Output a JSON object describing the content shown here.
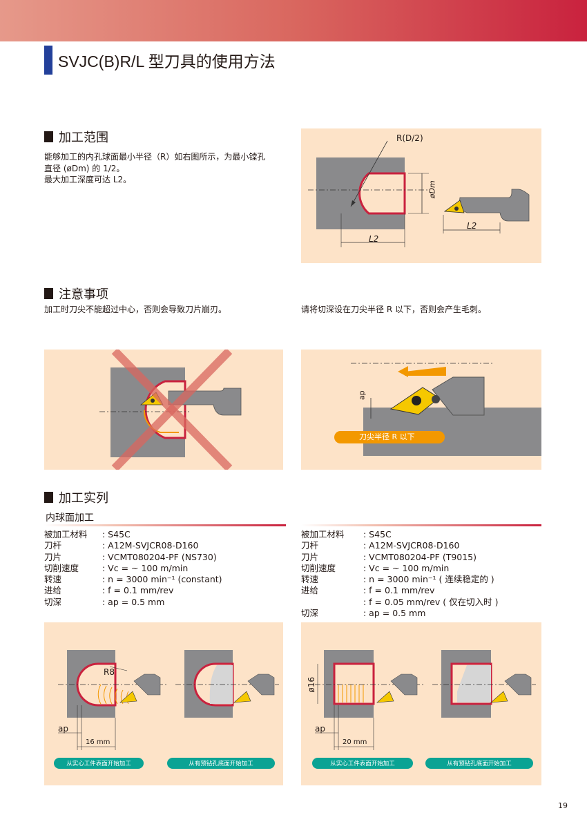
{
  "title": "SVJC(B)R/L 型刀具的使用方法",
  "section1": {
    "heading": "加工范围",
    "lines": [
      "能够加工的内孔球面最小半径（R）如右图所示，为最小镗孔",
      "直径 (øDm) 的 1/2。",
      "最大加工深度可达 L2。"
    ],
    "diagram": {
      "r_label": "R(D/2)",
      "dm_label": "øDm",
      "l2_label": "L2",
      "l2_label_tool": "L2"
    }
  },
  "section2": {
    "heading": "注意事项",
    "left_text": "加工时刀尖不能超过中心，否则会导致刀片崩刃。",
    "right_text": "请将切深设在刀尖半径 R 以下，否则会产生毛刺。",
    "ap_label": "ap",
    "callout": "刀尖半径 R 以下"
  },
  "section3": {
    "heading": "加工实列",
    "subheading": "内球面加工",
    "left_specs": [
      {
        "k": "被加工材料",
        "v": ": S45C"
      },
      {
        "k": "刀杆",
        "v": ": A12M-SVJCR08-D160"
      },
      {
        "k": "刀片",
        "v": ": VCMT080204-PF (NS730)"
      },
      {
        "k": "切削速度",
        "v": ": Vc = ~ 100 m/min"
      },
      {
        "k": "转速",
        "v": ": n = 3000 min⁻¹ (constant)"
      },
      {
        "k": "进给",
        "v": ": f = 0.1 mm/rev"
      },
      {
        "k": "切深",
        "v": ": ap = 0.5 mm"
      }
    ],
    "right_specs": [
      {
        "k": "被加工材料",
        "v": ": S45C"
      },
      {
        "k": "刀杆",
        "v": ": A12M-SVJCR08-D160"
      },
      {
        "k": "刀片",
        "v": ": VCMT080204-PF (T9015)"
      },
      {
        "k": "切削速度",
        "v": ": Vc = ~ 100 m/min"
      },
      {
        "k": "转速",
        "v": ": n = 3000 min⁻¹ ( 连续稳定的 )"
      },
      {
        "k": "进给",
        "v": ": f = 0.1 mm/rev"
      },
      {
        "k": "",
        "v": ": f = 0.05 mm/rev ( 仅在切入时 )"
      },
      {
        "k": "切深",
        "v": ": ap = 0.5 mm"
      }
    ],
    "left_diagram": {
      "r_label": "R8",
      "ap_label": "ap",
      "dim_label": "16 mm",
      "pill1": "从实心工件表面开始加工",
      "pill2": "从有预钻孔底面开始加工"
    },
    "right_diagram": {
      "d_label": "ø16",
      "ap_label": "ap",
      "dim_label": "20 mm",
      "pill1": "从实心工件表面开始加工",
      "pill2": "从有预钻孔底面开始加工"
    }
  },
  "page_number": "19",
  "colors": {
    "accent_red": "#c9223e",
    "title_blue": "#23409a",
    "panel": "#fde3c8",
    "pill": "#0aa394",
    "orange": "#f39800"
  }
}
